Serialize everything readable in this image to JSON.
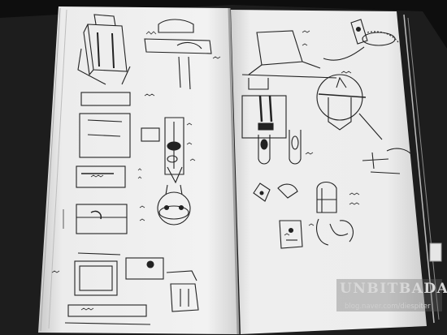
{
  "image": {
    "subject": "open-sketchbook-with-bag-design-sketches",
    "watermark": {
      "title": "UNBITBADA",
      "url": "blog.naver.com/diespiter"
    }
  }
}
